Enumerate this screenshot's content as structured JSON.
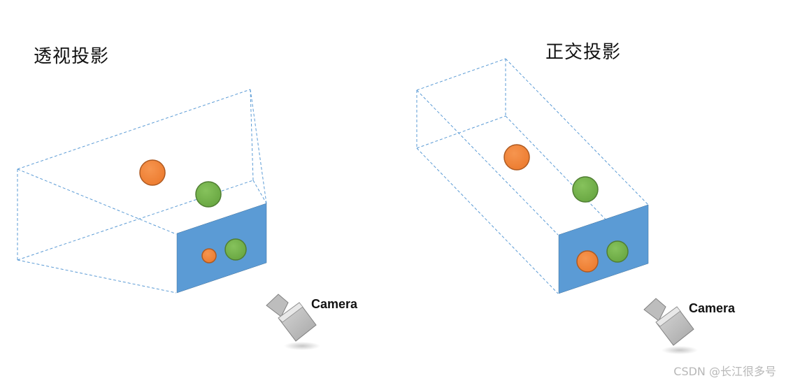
{
  "diagrams": [
    {
      "title": "透视投影",
      "camera_label": "Camera"
    },
    {
      "title": "正交投影",
      "camera_label": "Camera"
    }
  ],
  "watermark": "CSDN @长江很多号",
  "colors": {
    "frustum_line": "#5b9bd5",
    "projection_plane": "#5b9bd5",
    "sphere_orange": "#ed7d31",
    "sphere_green": "#70ad47",
    "camera_body": "#bfbfbf"
  }
}
